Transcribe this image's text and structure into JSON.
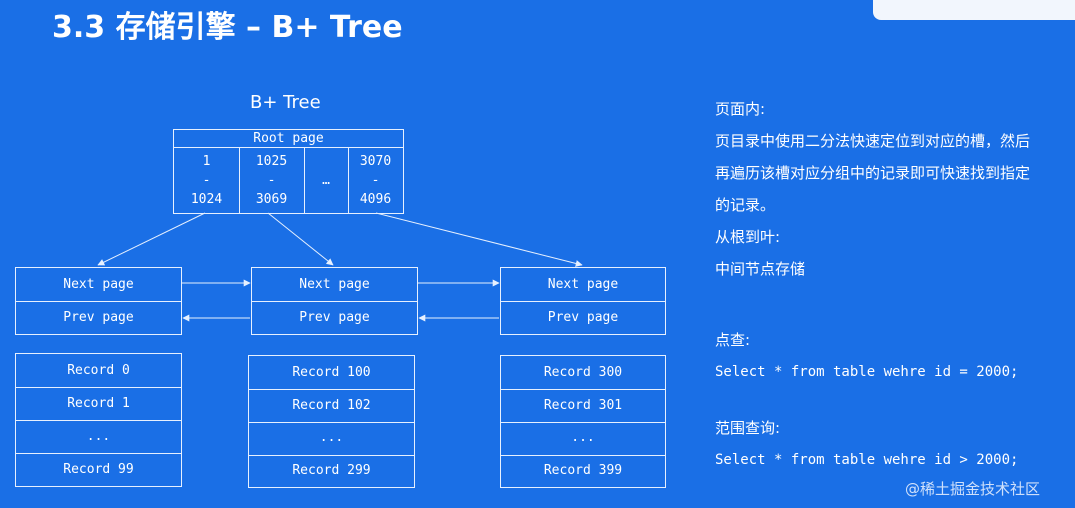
{
  "slide_title": "3.3 存储引擎 – B+ Tree",
  "tree_title": "B+ Tree",
  "root": {
    "header": "Root page",
    "columns": [
      {
        "from": "1",
        "sep": "-",
        "to": "1024"
      },
      {
        "from": "1025",
        "sep": "-",
        "to": "3069"
      },
      {
        "ellipsis": "…"
      },
      {
        "from": "3070",
        "sep": "-",
        "to": "4096"
      }
    ]
  },
  "leaves": [
    {
      "next": "Next page",
      "prev": "Prev page"
    },
    {
      "next": "Next page",
      "prev": "Prev page"
    },
    {
      "next": "Next page",
      "prev": "Prev page"
    }
  ],
  "records": [
    [
      "Record 0",
      "Record 1",
      "...",
      "Record 99"
    ],
    [
      "Record 100",
      "Record 102",
      "...",
      "Record 299"
    ],
    [
      "Record 300",
      "Record 301",
      "...",
      "Record 399"
    ]
  ],
  "notes": {
    "page_inside_label": "页面内:",
    "page_inside_text_1": "页目录中使用二分法快速定位到对应的槽，然后",
    "page_inside_text_2": "再遍历该槽对应分组中的记录即可快速找到指定",
    "page_inside_text_3": "的记录。",
    "root_to_leaf_label": "从根到叶:",
    "root_to_leaf_text": "中间节点存储",
    "point_query_label": "点查:",
    "point_query_sql": "Select * from table wehre id = 2000;",
    "range_query_label": "范围查询:",
    "range_query_sql": "Select * from table wehre id > 2000;"
  },
  "watermark": "@稀土掘金技术社区"
}
